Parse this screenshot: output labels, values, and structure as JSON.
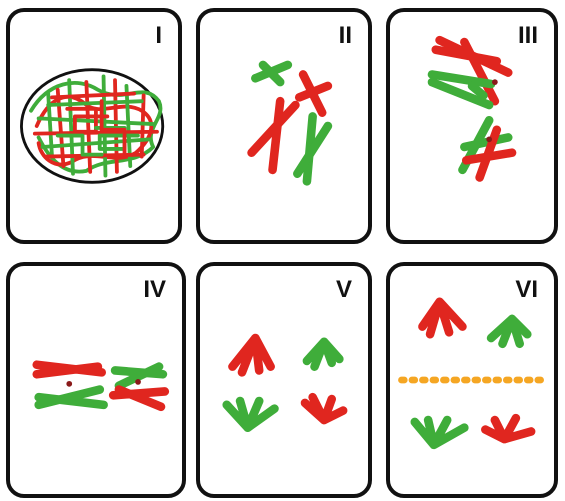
{
  "panels": [
    {
      "label": "I"
    },
    {
      "label": "II"
    },
    {
      "label": "III"
    },
    {
      "label": "IV"
    },
    {
      "label": "V"
    },
    {
      "label": "VI"
    }
  ],
  "colors": {
    "maternal": "#e0261f",
    "paternal": "#3fad3a",
    "equator": "#f5a623",
    "border": "#111111"
  }
}
